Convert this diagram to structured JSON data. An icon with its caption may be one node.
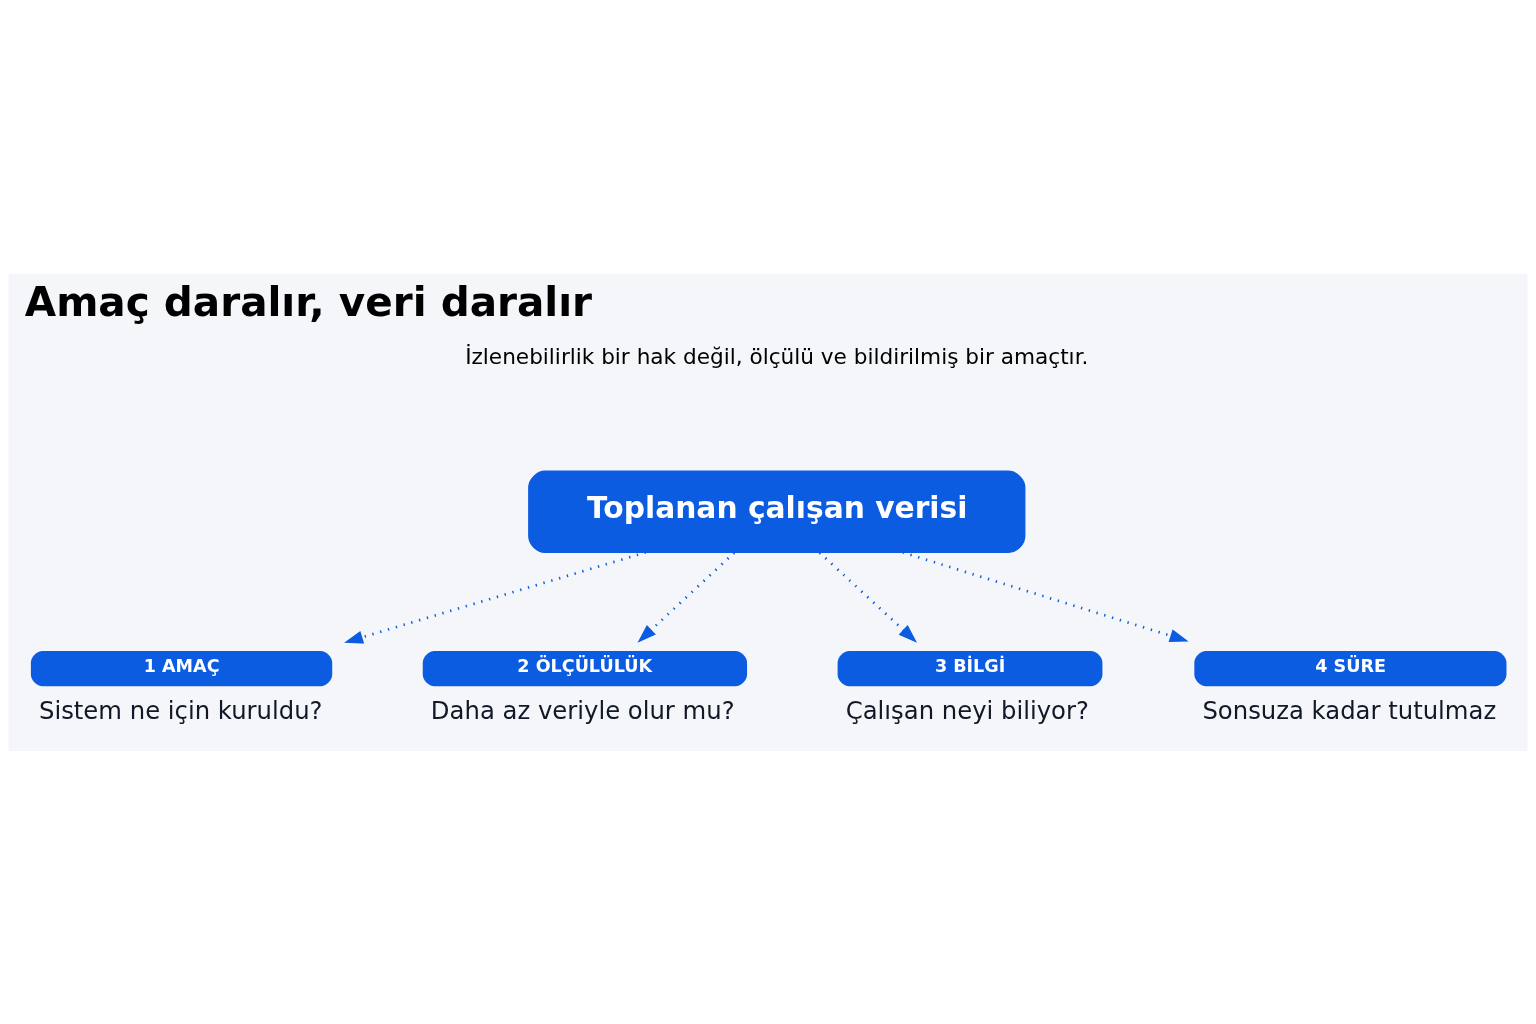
{
  "diagram": {
    "title": "Amaç daralır, veri daralır",
    "nodes": [
      {
        "text": [
          "Toplanan çalışan verisi"
        ]
      },
      {
        "text": [
          "1 AMAÇ",
          "Sistem ne için kuruldu?"
        ]
      },
      {
        "text": [
          "2 ÖLÇÜLÜLÜK",
          "Daha az veriyle olur mu?"
        ]
      },
      {
        "text": [
          "3 BİLGİ",
          "Çalışan neyi biliyor?"
        ]
      },
      {
        "text": [
          "4 SÜRE",
          "Sonsuza kadar tutulmaz"
        ]
      }
    ],
    "edges": [
      {
        "from": 0,
        "to": 1,
        "arrow": "to",
        "style": "dashed"
      },
      {
        "from": 0,
        "to": 2,
        "arrow": "to",
        "style": "dashed"
      },
      {
        "from": 0,
        "to": 3,
        "arrow": "to",
        "style": "dashed"
      },
      {
        "from": 0,
        "to": 4,
        "arrow": "to",
        "style": "dashed"
      }
    ],
    "labels": [
      "İzlenebilirlik bir hak değil, ölçülü ve bildirilmiş bir amaçtır."
    ]
  }
}
